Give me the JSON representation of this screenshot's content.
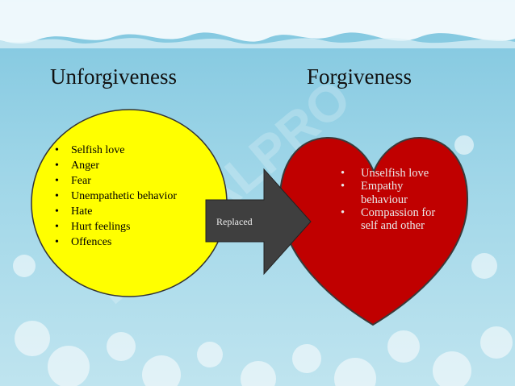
{
  "left_heading": "Unforgiveness",
  "right_heading": "Forgiveness",
  "left_items": [
    "Selfish love",
    "Anger",
    "Fear",
    "Unempathetic behavior",
    "Hate",
    "Hurt feelings",
    "Offences"
  ],
  "right_items": [
    "Unselfish love",
    "Empathy behaviour",
    "Compassion for self and other"
  ],
  "arrow_label": "Replaced",
  "watermark": "DIGITALPRO",
  "colors": {
    "background": "#8fd0e6",
    "circle_fill": "#ffff00",
    "heart_fill": "#c00000",
    "arrow_fill": "#3f3f3f"
  }
}
